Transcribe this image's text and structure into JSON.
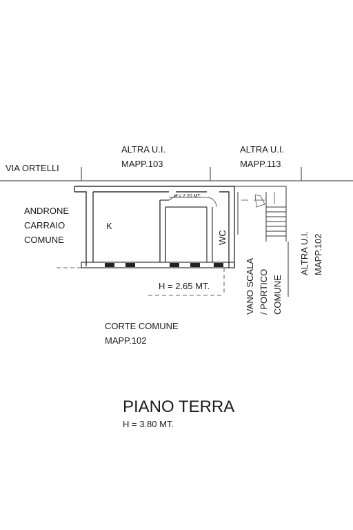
{
  "labels": {
    "via_ortelli": "VIA ORTELLI",
    "altra_ui_left": "ALTRA U.I.",
    "mapp_103": "MAPP.103",
    "altra_ui_mid": "ALTRA U.I.",
    "mapp_113": "MAPP.113",
    "androne_1": "ANDRONE",
    "androne_2": "CARRAIO",
    "androne_3": "COMUNE",
    "room_k": "K",
    "h_220": "H = 2.20 MT.",
    "wc": "WC",
    "h_265": "H = 2.65 MT.",
    "vano_1": "VANO SCALA",
    "vano_2": "/ PORTICO",
    "vano_3": "COMUNE",
    "altra_ui_right": "ALTRA U.I.",
    "mapp_102_right": "MAPP.102",
    "corte_1": "CORTE COMUNE",
    "corte_2": "MAPP.102",
    "title": "PIANO TERRA",
    "h_380": "H = 3.80 MT."
  }
}
